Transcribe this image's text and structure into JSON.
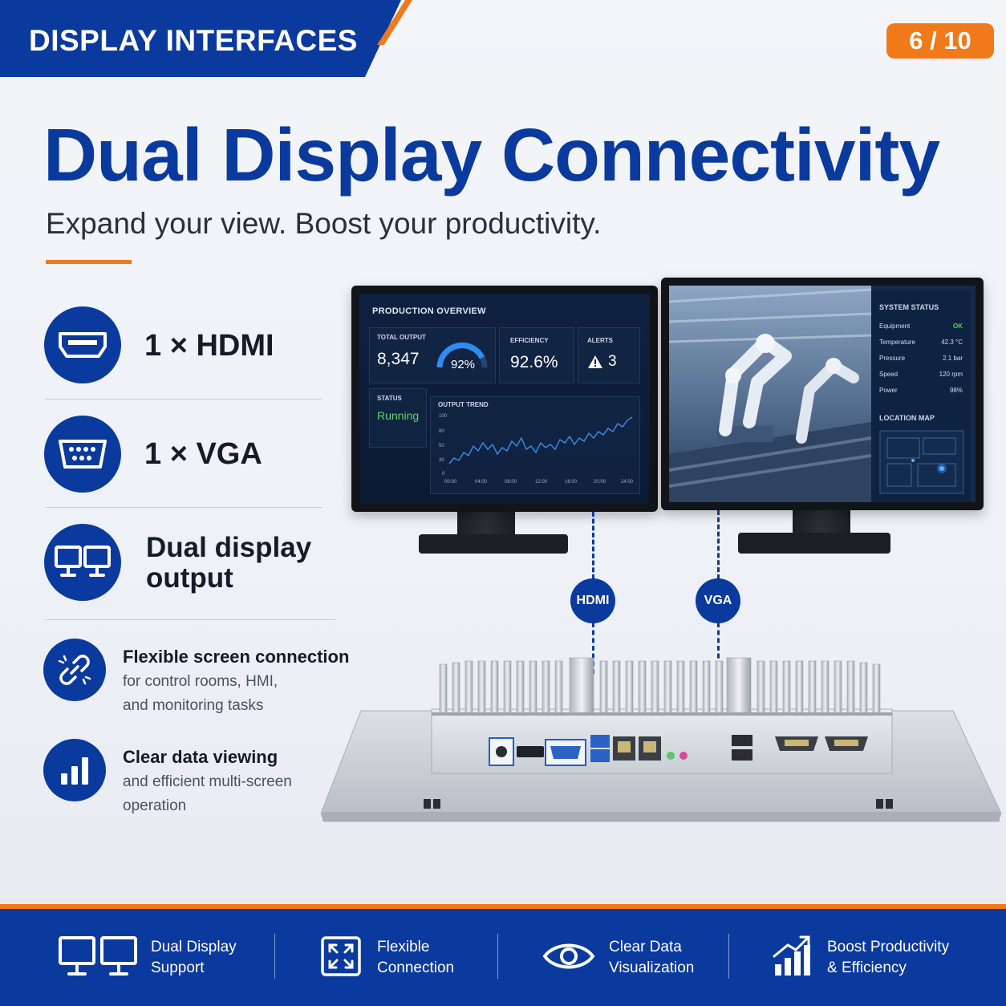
{
  "header": {
    "banner_title": "DISPLAY INTERFACES",
    "page_indicator": "6 / 10"
  },
  "hero": {
    "title": "Dual Display Connectivity",
    "subtitle": "Expand your view. Boost your productivity."
  },
  "features": [
    {
      "icon": "hdmi-port-icon",
      "label": "1 × HDMI"
    },
    {
      "icon": "vga-port-icon",
      "label": "1 × VGA"
    },
    {
      "icon": "dual-monitor-icon",
      "label_line1": "Dual display",
      "label_line2": "output"
    },
    {
      "icon": "link-icon",
      "title": "Flexible screen connection",
      "desc_line1": "for control rooms, HMI,",
      "desc_line2": "and monitoring tasks"
    },
    {
      "icon": "bar-chart-icon",
      "title": "Clear data viewing",
      "desc_line1": "and efficient multi-screen",
      "desc_line2": "operation"
    }
  ],
  "monitor_left": {
    "title": "PRODUCTION OVERVIEW",
    "total_output_label": "TOTAL OUTPUT",
    "total_output_value": "8,347",
    "gauge_value": "92%",
    "efficiency_label": "EFFICIENCY",
    "efficiency_value": "92.6%",
    "alerts_label": "ALERTS",
    "alerts_value": "3",
    "status_label": "STATUS",
    "status_value": "Running",
    "trend_title": "OUTPUT TREND",
    "trend_y_ticks": [
      "100",
      "80",
      "50",
      "30",
      "0"
    ],
    "trend_x_ticks": [
      "00:00",
      "04:00",
      "08:00",
      "12:00",
      "16:00",
      "20:00",
      "24:00"
    ]
  },
  "monitor_right": {
    "system_status_title": "SYSTEM STATUS",
    "rows": [
      {
        "label": "Equipment",
        "value": "OK"
      },
      {
        "label": "Temperature",
        "value": "42.3 °C"
      },
      {
        "label": "Pressure",
        "value": "2.1 bar"
      },
      {
        "label": "Speed",
        "value": "120 rpm"
      },
      {
        "label": "Power",
        "value": "98%"
      }
    ],
    "location_map_title": "LOCATION MAP"
  },
  "connections": {
    "hdmi_label": "HDMI",
    "vga_label": "VGA"
  },
  "bottom_bar": [
    {
      "icon": "dual-display-icon",
      "line1": "Dual Display",
      "line2": "Support"
    },
    {
      "icon": "expand-arrows-icon",
      "line1": "Flexible",
      "line2": "Connection"
    },
    {
      "icon": "eye-icon",
      "line1": "Clear Data",
      "line2": "Visualization"
    },
    {
      "icon": "growth-chart-icon",
      "line1": "Boost Productivity",
      "line2": "& Efficiency"
    }
  ],
  "colors": {
    "brand_blue": "#0b3a9e",
    "accent_orange": "#f07a1a",
    "status_green": "#5fd36b"
  }
}
